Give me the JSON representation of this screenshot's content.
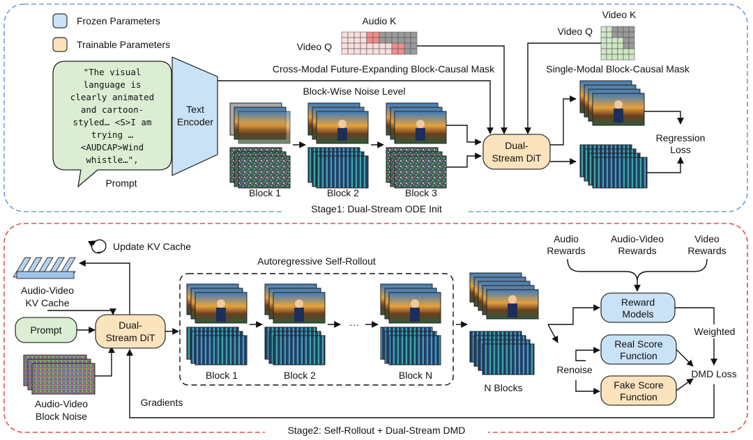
{
  "legend": {
    "frozen": "Frozen Parameters",
    "trainable": "Trainable Parameters",
    "frozen_color": "#c9e2f6",
    "trainable_color": "#fbe3bd"
  },
  "stage1": {
    "title": "Stage1: Dual-Stream ODE Init",
    "border_color": "#6f9fd2",
    "prompt": {
      "lines": [
        "\"The visual",
        "language is",
        "clearly animated",
        "and cartoon-",
        "styled… <S>I am",
        "trying …",
        "<AUDCAP>Wind",
        "whistle…\","
      ],
      "caption": "Prompt"
    },
    "text_encoder": [
      "Text",
      "Encoder"
    ],
    "audio_k": "Audio K",
    "video_q_1": "Video Q",
    "cross_mask_label": "Cross-Modal Future-Expanding Block-Causal Mask",
    "video_k": "Video K",
    "video_q_2": "Video Q",
    "single_mask_label": "Single-Modal Block-Causal Mask",
    "noise_label": "Block-Wise Noise Level",
    "blocks": [
      "Block 1",
      "Block 2",
      "Block 3"
    ],
    "dit": [
      "Dual-",
      "Stream DiT"
    ],
    "regression_loss": [
      "Regression",
      "Loss"
    ]
  },
  "stage2": {
    "title": "Stage2: Self-Rollout + Dual-Stream DMD",
    "border_color": "#d9534f",
    "update_kv": "Update KV Cache",
    "kv_cache": [
      "Audio-Video",
      "KV Cache"
    ],
    "prompt_box": "Prompt",
    "block_noise": [
      "Audio-Video",
      "Block Noise"
    ],
    "dit": [
      "Dual-",
      "Stream DiT"
    ],
    "rollout_label": "Autoregressive Self-Rollout",
    "blocks": [
      "Block 1",
      "Block 2",
      "Block N"
    ],
    "ellipsis": "···",
    "n_blocks": "N Blocks",
    "gradients": "Gradients",
    "renoise": "Renoise",
    "rewards": {
      "audio": [
        "Audio",
        "Rewards"
      ],
      "audio_video": [
        "Audio-Video",
        "Rewards"
      ],
      "video": [
        "Video",
        "Rewards"
      ]
    },
    "reward_models": [
      "Reward",
      "Models"
    ],
    "real_score": [
      "Real Score",
      "Function"
    ],
    "fake_score": [
      "Fake Score",
      "Function"
    ],
    "weighted": "Weighted",
    "dmd_loss": "DMD Loss"
  }
}
